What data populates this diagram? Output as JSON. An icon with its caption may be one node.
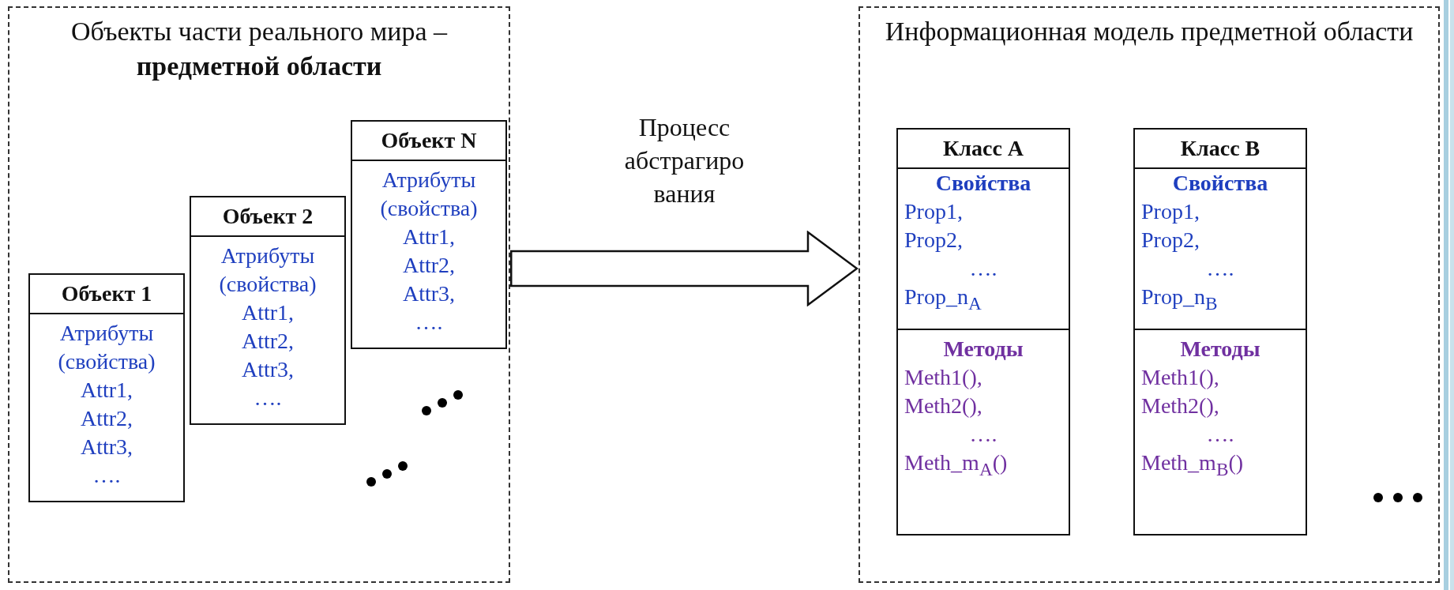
{
  "diagram": {
    "nodes": [
      {
        "text": [
          "Объекты части реального мира – **предметной области**"
        ]
      },
      {
        "text": [
          "Объект N",
          "Атрибуты (свойства)",
          "Attr1,",
          "Attr2,",
          "Attr3,",
          "…."
        ],
        "in": 0
      },
      {
        "text": [
          "Объект 2",
          "Атрибуты (свойства)",
          "Attr1,",
          "Attr2,",
          "Attr3,",
          "…."
        ],
        "in": 0
      },
      {
        "text": [
          "Объект 1",
          "Атрибуты (свойства)",
          "Attr1,",
          "Attr2,",
          "Attr3,",
          "…."
        ],
        "in": 0
      },
      {
        "text": [
          "Информационная модель предметной области"
        ]
      },
      {
        "text": [
          "Класс A",
          "Свойства",
          "Prop1,",
          "Prop2,",
          "….",
          "Prop_n$_{A}$",
          "Методы",
          "Meth1(),",
          "Meth2(),",
          "….",
          "Meth_m$_{A}$()"
        ],
        "in": 4
      },
      {
        "text": [
          "Класс B",
          "Свойства",
          "Prop1,",
          "Prop2,",
          "….",
          "Prop_n$_{B}$",
          "Методы",
          "Meth1(),",
          "Meth2(),",
          "….",
          "Meth_m$_{B}$()"
        ],
        "in": 4
      }
    ],
    "edges": [
      {
        "from": 0,
        "to": 4,
        "arrow": "to",
        "label": "Процесс абстрагиро вания"
      }
    ]
  }
}
